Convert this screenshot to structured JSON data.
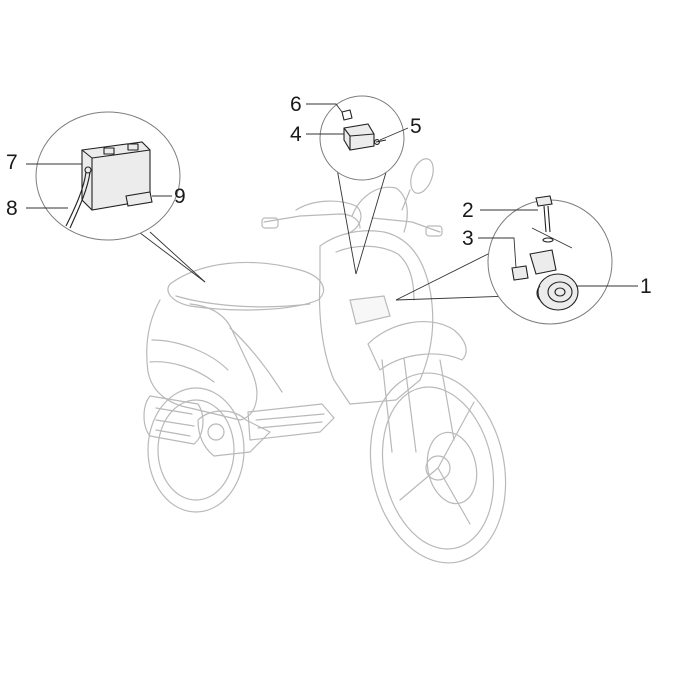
{
  "diagram": {
    "colors": {
      "background": "#ffffff",
      "outline_faint": "#b9b9b9",
      "part_line": "#222222",
      "callout_text": "#1a1a1a"
    },
    "callouts": [
      {
        "id": "1",
        "label": "1"
      },
      {
        "id": "2",
        "label": "2"
      },
      {
        "id": "3",
        "label": "3"
      },
      {
        "id": "4",
        "label": "4"
      },
      {
        "id": "5",
        "label": "5"
      },
      {
        "id": "6",
        "label": "6"
      },
      {
        "id": "7",
        "label": "7"
      },
      {
        "id": "8",
        "label": "8"
      },
      {
        "id": "9",
        "label": "9"
      }
    ],
    "detail_views": [
      {
        "name": "battery-detail"
      },
      {
        "name": "relay-detail"
      },
      {
        "name": "horn-detail"
      }
    ]
  }
}
